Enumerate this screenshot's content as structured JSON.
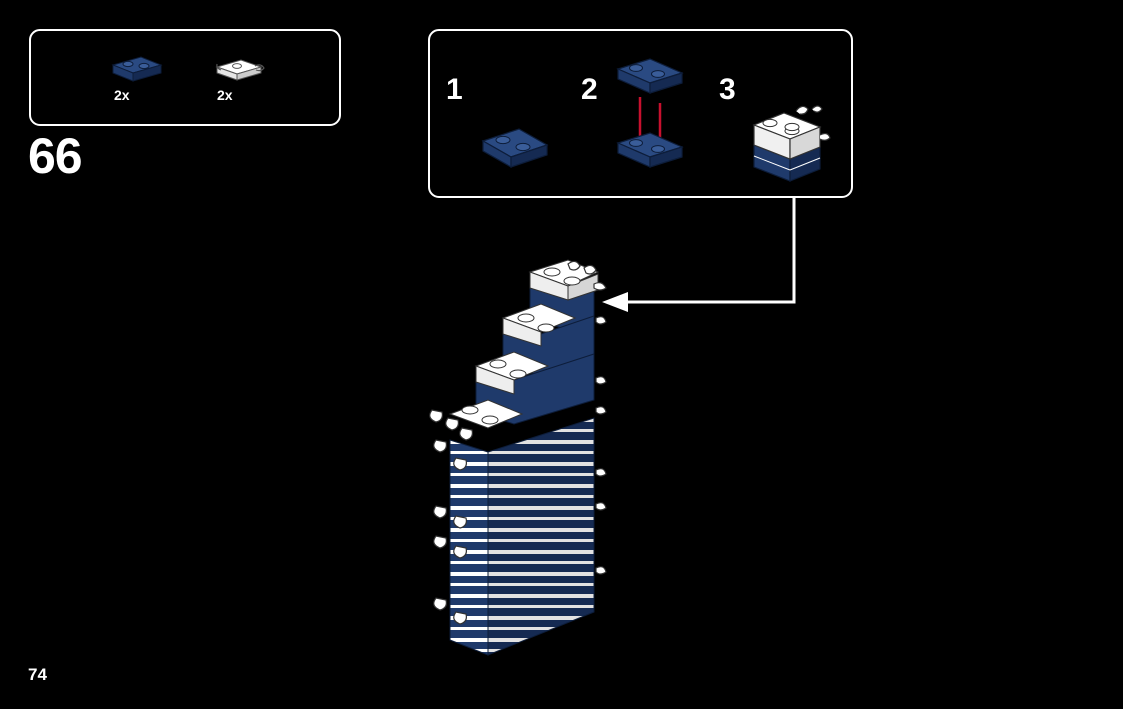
{
  "parts_list": {
    "items": [
      {
        "name": "dark-blue-plate-1x2",
        "count": "2x",
        "color": "#1f3a6b"
      },
      {
        "name": "white-plate-1x2-clip",
        "count": "2x",
        "color": "#ffffff"
      }
    ]
  },
  "step": {
    "number": "66"
  },
  "substeps": [
    {
      "label": "1"
    },
    {
      "label": "2"
    },
    {
      "label": "3"
    }
  ],
  "page": {
    "number": "74"
  },
  "colors": {
    "background": "#000000",
    "brick_blue": "#1f3a6b",
    "brick_white": "#ffffff",
    "arrow_red": "#c8102e"
  }
}
